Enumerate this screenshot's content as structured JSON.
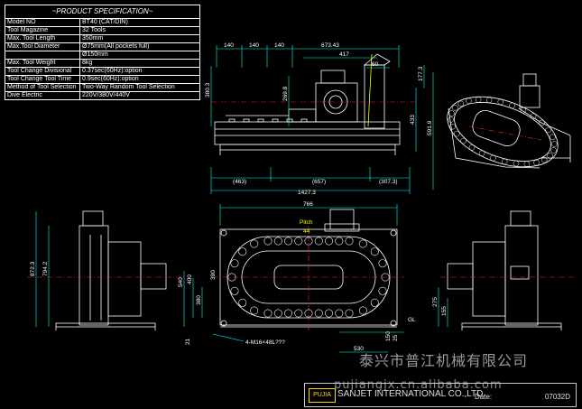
{
  "spec_table": {
    "title": "~PRODUCT SPECIFICATION~",
    "rows": [
      {
        "key": "Model NO",
        "value": "BT40 (CAT/DIN)"
      },
      {
        "key": "Tool Magazine",
        "value": "32 Tools"
      },
      {
        "key": "Max. Tool Length",
        "value": "350mm"
      },
      {
        "key": "Max.Tool Diameter",
        "value": "Ø75mm(All pockets full)"
      },
      {
        "key": "",
        "value": "Ø150mm"
      },
      {
        "key": "Max. Tool Weight",
        "value": "8kg"
      },
      {
        "key": "Tool Change Divisional",
        "value": "0.37sec(60Hz):option"
      },
      {
        "key": "Tool Change Tool Time",
        "value": "0.9sec(60Hz):option"
      },
      {
        "key": "Method of Tool Selection",
        "value": "Two-Way Random Tool Selection"
      },
      {
        "key": "Dive Electric",
        "value": "220V/380V/440V"
      }
    ]
  },
  "dimensions": {
    "top_row": [
      "140",
      "140",
      "140",
      "673.43"
    ],
    "d417": "417",
    "d60": "60",
    "d380": "380.3",
    "d269": "269.8",
    "d177": "177.3",
    "d433": "433",
    "d591": "591.9",
    "d463": "(463)",
    "d657": "(657)",
    "d307": "(307.3)",
    "d1427": "1427.3",
    "d766": "766",
    "pitch": "Pitch",
    "pitch_val": "44",
    "d872": "872.3",
    "d794": "794.2",
    "d540": "540",
    "d400": "400",
    "d380b": "380",
    "d390": "390",
    "d275": "275",
    "d155": "155",
    "gl": "GL",
    "d150": "150",
    "d25": "25",
    "d21": "21",
    "d530": "530",
    "leader": "4-M16×48L???"
  },
  "watermark": {
    "chinese": "泰兴市普江机械有限公司",
    "url": "pujiangjx.cn.alibaba.com"
  },
  "title_block": {
    "logo": "PUJIA",
    "company": "SANJET INTERNATIONAL CO.,LTD.",
    "date_label": "Date:",
    "drawing_no": "07032D"
  },
  "colors": {
    "background": "#000000",
    "lines": "#ffffff",
    "dimension": "#00ffff",
    "centerline": "#ff2020",
    "accent": "#ffff00"
  }
}
